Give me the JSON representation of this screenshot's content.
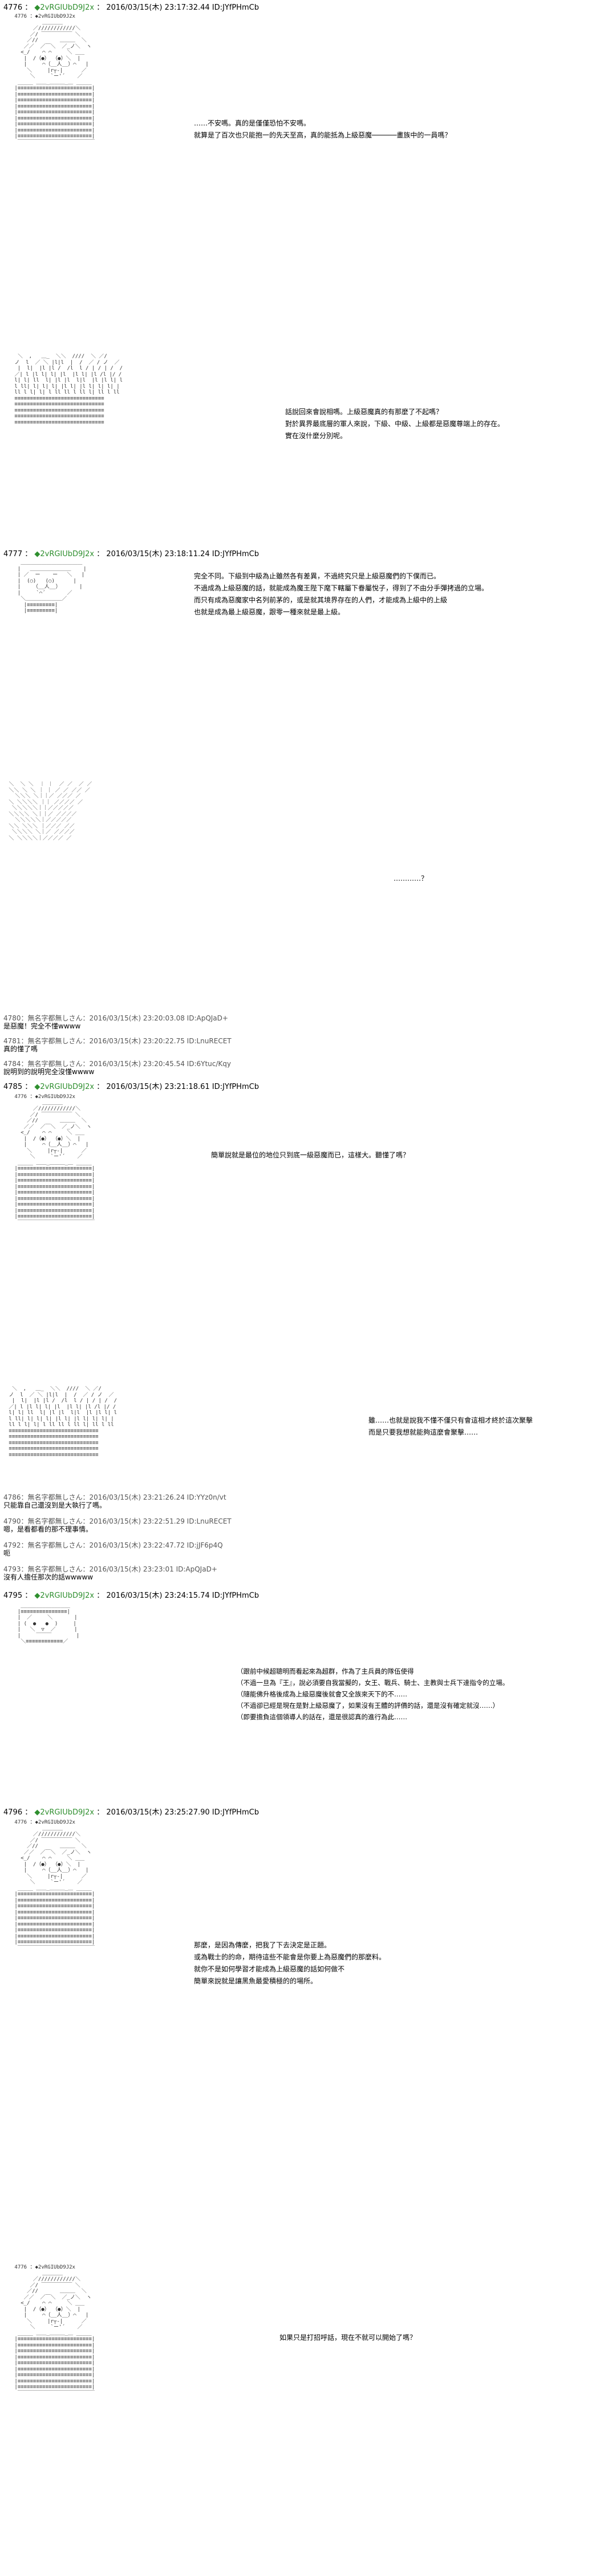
{
  "posts": [
    {
      "number": "4776",
      "trip": "◆2vRGIUbD9J2x",
      "timestamp": "2016/03/15(木) 23:17:32.44 ID:JYfPHmCb",
      "panels": [
        {
          "lines": [
            "……不安嗎。真的是僅僅恐怕不安嗎。",
            "就算是了百次也只能抱一的先天至高，真的能抵為上級惡魔──────畫族中的一員嗎？"
          ]
        },
        {
          "lines": [
            "話說回來會說相嗎。上級惡魔真的有那麼了不起嗎？",
            "對於異界最底層的軍人來說，下級、中級、上級都是惡魔尊端上的存在。",
            "實在沒什麼分別呢。"
          ]
        }
      ]
    },
    {
      "number": "4777",
      "trip": "◆2vRGIUbD9J2x",
      "timestamp": "2016/03/15(木) 23:18:11.24 ID:JYfPHmCb",
      "panels": [
        {
          "lines": [
            "完全不同。下級到中級為止雖然各有差異，不過終究只是上級惡魔們的下僕而已。",
            "不過成為上級惡魔的話，就能成為魔王陛下麾下轄屬下眷屬悅子，得到了不由分手彈拷過的立場。",
            "而只有成為惡魔家中名列前茅的，或是就其境界存在的人們，才能成為上級中的上級",
            "也就是成為最上級惡魔，跟零一種來就是最上級。"
          ]
        },
        {
          "lines": [
            "…………？"
          ]
        }
      ]
    }
  ],
  "replies_1": [
    {
      "meta": "4780：無名字都無しさん：2016/03/15(木) 23:20:03.08 ID:ApQJaD+",
      "text": "是惡魔！完全不懂wwww"
    },
    {
      "meta": "4781：無名字都無しさん：2016/03/15(木) 23:20:22.75 ID:LnuRECET",
      "text": "真的懂了嗎"
    },
    {
      "meta": "4784：無名字都無しさん：2016/03/15(木) 23:20:45.54 ID:6Ytuc/Kqy",
      "text": "說明到的說明完全沒懂wwww"
    }
  ],
  "post_4785": {
    "number": "4785",
    "trip": "◆2vRGIUbD9J2x",
    "timestamp": "2016/03/15(木) 23:21:18.61 ID:JYfPHmCb",
    "panels": [
      {
        "lines": [
          "簡單說就是最位的地位只到底一級惡魔而已，這樣大。聽懂了嗎？"
        ]
      },
      {
        "lines": [
          "雖……也就是說我不懂不僅只有會這相才終於這次聚擊",
          "而是只要我想就能夠這麼會聚擊……"
        ]
      }
    ]
  },
  "replies_2": [
    {
      "meta": "4786：無名字都無しさん：2016/03/15(木) 23:21:26.24 ID:YYz0n/vt",
      "text": "只能靠自己還沒到是大執行了嗎。"
    },
    {
      "meta": "4790：無名字都無しさん：2016/03/15(木) 23:22:51.29 ID:LnuRECET",
      "text": "嗯，是看都看的那不理事情。"
    },
    {
      "meta": "4792：無名字都無しさん：2016/03/15(木) 23:22:47.72 ID:jJF6p4Q",
      "text": "呃"
    },
    {
      "meta": "4793：無名字都無しさん：2016/03/15(木) 23:23:01 ID:ApQJaD+",
      "text": "沒有人擔任那次的話wwwww"
    }
  ],
  "post_4795": {
    "number": "4795",
    "trip": "◆2vRGIUbD9J2x",
    "timestamp": "2016/03/15(木) 23:24:15.74 ID:JYfPHmCb",
    "lines": [
      "（跟前中候超聰明而看起來為超群，作為了主兵員的隊伍使得",
      "（不過一旦為『王』，說必須要自我當擬的，女王、戰兵、騎士、主教與士兵下達指令的立場。",
      "（隨能佛升格後成為上級惡魔後就會又全族來天下的不……",
      "（不過卻已經是現在是對上級惡魔了，如果沒有王體的評價的話，還是沒有確定就沒……）",
      "（即要擔負這個領導人的話在，還是很認真的進行為此……"
    ]
  },
  "post_4796": {
    "number": "4796",
    "trip": "◆2vRGIUbD9J2x",
    "timestamp": "2016/03/15(木) 23:25:27.90 ID:JYfPHmCb",
    "panels": [
      {
        "lines": [
          "那麼，是因為傳麼，把我了下去決定是正題。",
          "或為戰士的的命，期待這些不能會是你要上為惡魔們的那麼料。",
          "就你不是如何學習才能成為上級惡魔的話如何做不",
          "簡單來說就是讓黑魚最愛積極的的場所。"
        ]
      },
      {
        "lines": [
          "如果只是打招呼話，現在不就可以開始了嗎？"
        ]
      }
    ]
  },
  "aa": {
    "face1": " 4776 ：◆2vRGIUbD9J2x\n          ＿＿＿＿\n       ／////////////＼\n      ／/ ￣￣￣￣￣￣ ＼\n     ／//       ＿＿＿  ＼\n    ／／  ／￣＼  ／_ノ＼  ヽ\n   <_/    ⌒ ⌒     ＼ ___\n    |  /（●） （●）＼  |\n    |     ⌒（__人__）⌒   |\n     ＼     |r┬-|      ／\n      ＼     `ー'´    ／\n  _____ ＿＿_＿＿＿_＿ _____\n |≡≡≡≡≡≡≡≡≡≡≡≡≡≡≡≡≡≡≡≡≡≡≡≡|\n |≡≡≡≡≡≡≡≡≡≡≡≡≡≡≡≡≡≡≡≡≡≡≡≡|\n |≡≡≡≡≡≡≡≡≡≡≡≡≡≡≡≡≡≡≡≡≡≡≡≡|\n |≡≡≡≡≡≡≡≡≡≡≡≡≡≡≡≡≡≡≡≡≡≡≡≡|\n |≡≡≡≡≡≡≡≡≡≡≡≡≡≡≡≡≡≡≡≡≡≡≡≡|\n |≡≡≡≡≡≡≡≡≡≡≡≡≡≡≡≡≡≡≡≡≡≡≡≡|\n |≡≡≡≡≡≡≡≡≡≡≡≡≡≡≡≡≡≡≡≡≡≡≡≡|\n |≡≡≡≡≡≡≡≡≡≡≡≡≡≡≡≡≡≡≡≡≡≡≡≡|\n |≡≡≡≡≡≡≡≡≡≡≡≡≡≡≡≡≡≡≡≡≡≡≡≡|\n  ￣￣￣￣￣￣￣￣￣￣￣￣￣￣￣",
    "group": "  ＼  ,   ＿_  ＼＼  ////  ＼ ／/\n ノ  l  ／ ＼ |l|l  |  /  ／ / ノ  ／\n  |  l|  |l |l /  /l  l / | / | /  /\n ／| l |l l| l| |l  |l l| |l /l |/ /\n l| l| ll  l| |l |l  l|l  |l |l l| l\n l ll| l| l| l| |l l| |l l| l| l| |\n ll l l| l| l ll ll l ll l| ll l ll\n ≡≡≡≡≡≡≡≡≡≡≡≡≡≡≡≡≡≡≡≡≡≡≡≡≡≡≡≡≡\n ≡≡≡≡≡≡≡≡≡≡≡≡≡≡≡≡≡≡≡≡≡≡≡≡≡≡≡≡≡\n ≡≡≡≡≡≡≡≡≡≡≡≡≡≡≡≡≡≡≡≡≡≡≡≡≡≡≡≡≡\n ≡≡≡≡≡≡≡≡≡≡≡≡≡≡≡≡≡≡≡≡≡≡≡≡≡≡≡≡≡\n ≡≡≡≡≡≡≡≡≡≡≡≡≡≡≡≡≡≡≡≡≡≡≡≡≡≡≡≡≡",
    "face_small": "   ＿＿＿＿＿＿＿＿＿＿＿＿\n  |   ＿＿＿＿＿＿＿＿    |\n  | ／  ー    ー   ＼   |\n  |  (○)   (○)      |\n  |    （__人__）      |\n  |     `⌒´       ／\n   ＼＿＿＿＿＿＿＿／\n    |≡≡≡≡≡≡≡≡≡|\n    |≡≡≡≡≡≡≡≡≡|",
    "storm": " ＼  ＼ ＼  ｜ ｜  ／ ／  ／ ／\n ＼＼ ＼ ＼ ｜ ｜ ／ ／ ／／ ／\n   ＼＼＼ ＼｜｜／ ／／／ ／\n ＼ ＼＼＼＼ ｜｜ ／／／／ ／\n  ＼＼＼＼＼｜｜／／／／／\n ＼＼＼＼ ＼｜｜／ ／／／／\n   ＼＼＼＼＼｜／／／／／\n ＼＼ ＼＼＼ ｜／／／ ／／\n  ＼＼＼＼ ＼｜／ ／／／／\n ＼ ＼＼＼＼｜／／／／ ／",
    "crown": "   ________________\n  |≡≡≡≡≡≡≡≡≡≡≡≡≡≡≡|\n  |  ／     ＼       |\n  | (  ●   ●  )     |\n  |   ＼  ▽  ／      |\n  |     ￣￣￣        |\n   ＼≡≡≡≡≡≡≡≡≡≡≡≡／"
  }
}
